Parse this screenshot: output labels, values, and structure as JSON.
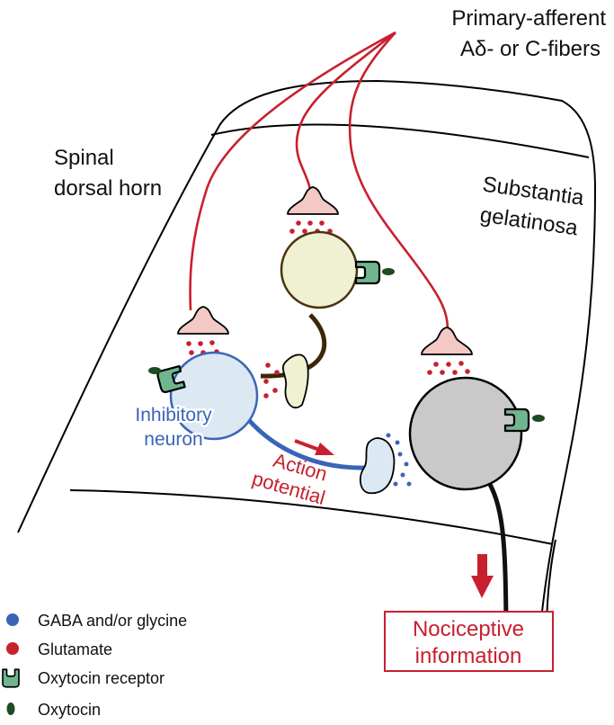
{
  "labels": {
    "afferent_line1": "Primary-afferent",
    "afferent_line2": "Aδ- or C-fibers",
    "dorsal_horn_line1": "Spinal",
    "dorsal_horn_line2": "dorsal horn",
    "sg_line1": "Substantia",
    "sg_line2": "gelatinosa",
    "inhibitory_line1": "Inhibitory",
    "inhibitory_line2": "neuron",
    "action_line1": "Action",
    "action_line2": "potential",
    "output_line1": "Nociceptive",
    "output_line2": "information"
  },
  "legend": [
    {
      "symbol": "blue-dot",
      "label": "GABA and/or glycine"
    },
    {
      "symbol": "red-dot",
      "label": "Glutamate"
    },
    {
      "symbol": "oxytocin-receptor",
      "label": "Oxytocin receptor"
    },
    {
      "symbol": "oxytocin",
      "label": "Oxytocin"
    }
  ],
  "colors": {
    "fiber": "#c8202f",
    "glutamate": "#c8202f",
    "terminal_fill": "#f2c9c4",
    "inhibitory_stroke": "#3a64b8",
    "inhibitory_fill": "#dce8f2",
    "excitatory_fill": "#f0f0d2",
    "excitatory_stroke": "#4a3410",
    "projection_fill": "#c9c9c9",
    "receptor_fill": "#6fb68e",
    "oxytocin": "#1f4a25",
    "output_box": "#c8202f"
  }
}
